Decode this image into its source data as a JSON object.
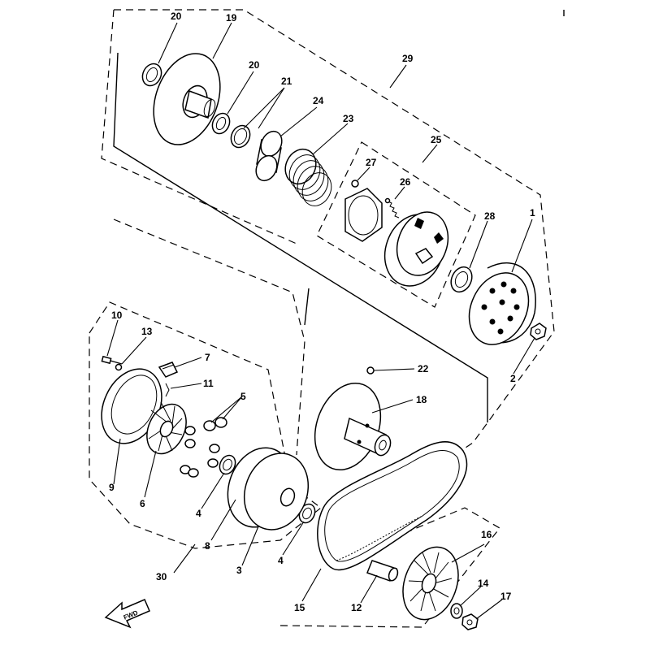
{
  "diagram": {
    "callouts": {
      "c1": "1",
      "c2": "2",
      "c3": "3",
      "c4a": "4",
      "c4b": "4",
      "c5": "5",
      "c6": "6",
      "c7": "7",
      "c8": "8",
      "c9": "9",
      "c10": "10",
      "c11": "11",
      "c12": "12",
      "c13": "13",
      "c14": "14",
      "c15": "15",
      "c16": "16",
      "c17": "17",
      "c18": "18",
      "c19": "19",
      "c20a": "20",
      "c20b": "20",
      "c21": "21",
      "c22": "22",
      "c23": "23",
      "c24": "24",
      "c25": "25",
      "c26": "26",
      "c27": "27",
      "c28": "28",
      "c29": "29",
      "c30": "30"
    },
    "fwd_label": "FWD"
  }
}
